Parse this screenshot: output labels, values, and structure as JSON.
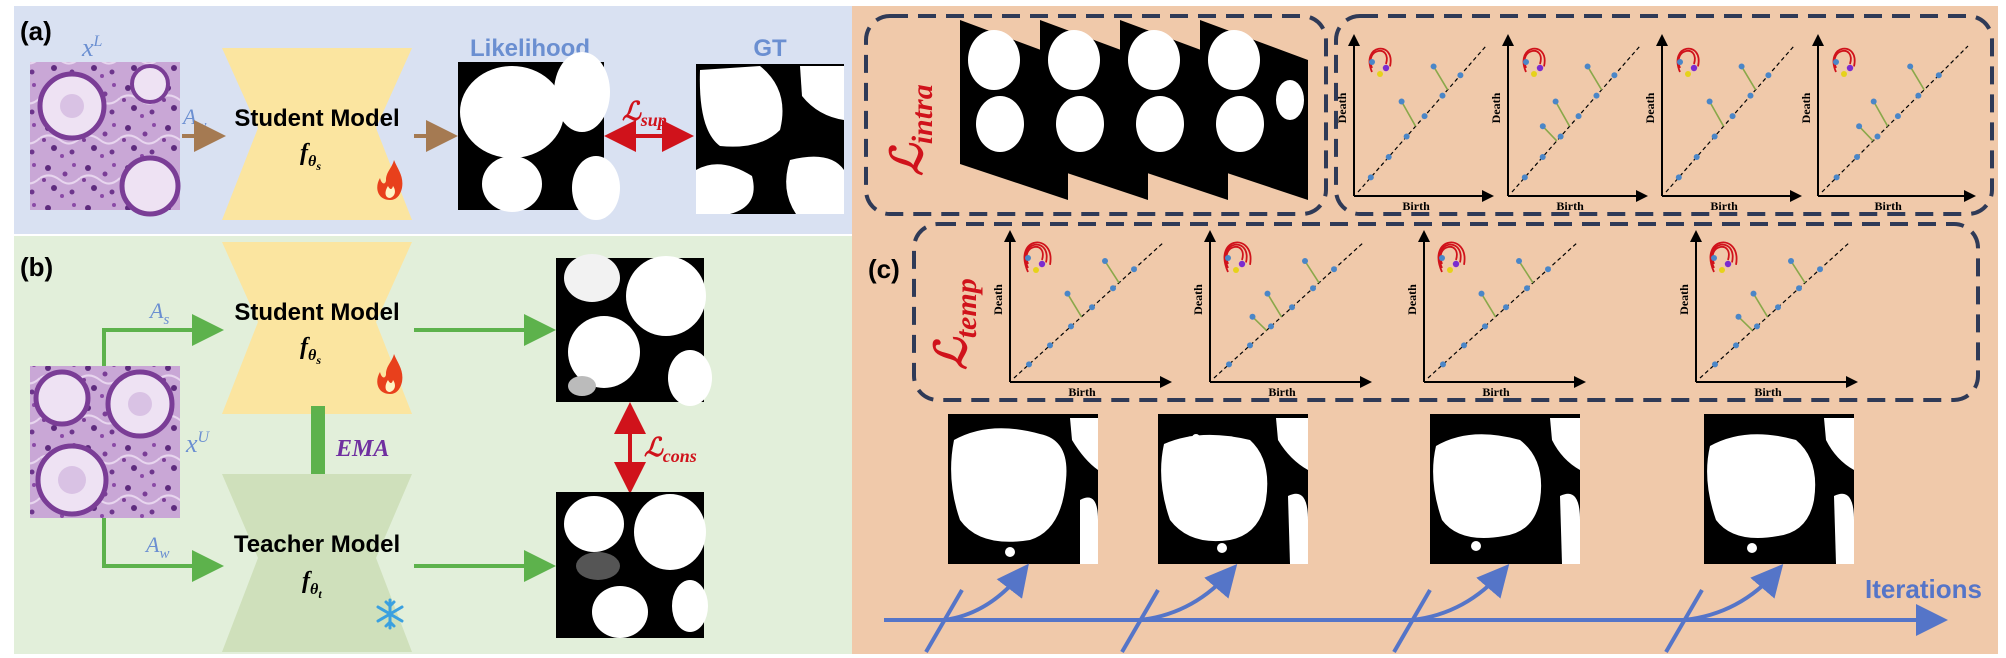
{
  "panel_a": {
    "label": "(a)",
    "input_label": "x",
    "input_sup": "L",
    "aug_label": "A",
    "aug_sub": "w",
    "model_title": "Student Model",
    "model_param": "f",
    "model_param_sub": "θ",
    "model_param_subsub": "s",
    "output_label": "Likelihood",
    "gt_label": "GT",
    "loss_label": "ℒ",
    "loss_sub": "sup"
  },
  "panel_b": {
    "label": "(b)",
    "input_label": "x",
    "input_sup": "U",
    "aug_s_label": "A",
    "aug_s_sub": "s",
    "aug_w_label": "A",
    "aug_w_sub": "w",
    "student_title": "Student Model",
    "student_param": "f",
    "student_param_sub": "θ",
    "student_param_subsub": "s",
    "ema_label": "EMA",
    "teacher_title": "Teacher Model",
    "teacher_param": "f",
    "teacher_param_sub": "θ",
    "teacher_param_subsub": "t",
    "loss_label": "ℒ",
    "loss_sub": "cons"
  },
  "panel_c": {
    "label": "(c)",
    "intra_loss": "ℒ",
    "intra_sub": "intra",
    "temp_loss": "ℒ",
    "temp_sub": "temp",
    "axis_x": "Birth",
    "axis_y": "Death",
    "timeline_label": "Iterations"
  },
  "colors": {
    "panel_a_bg": "#d9e1f2",
    "panel_b_bg": "#e2efda",
    "panel_c_bg": "#f0c9aa",
    "student_fill": "#fbe5a0",
    "teacher_fill": "#cfe0bb",
    "label_blue": "#6b8fd1",
    "loss_red": "#d0121b",
    "arrow_green": "#5db24c",
    "arrow_brown": "#a57a52",
    "ema_purple": "#7030a0",
    "timeline_blue": "#5575c8",
    "dash_navy": "#2f3a57"
  },
  "icons": [
    "flame-icon",
    "snowflake-icon"
  ]
}
